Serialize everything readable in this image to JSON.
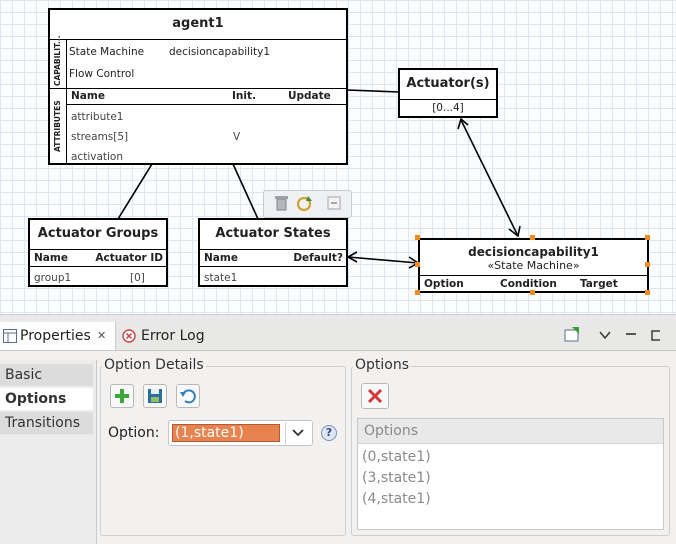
{
  "diagram": {
    "agent": {
      "title": "agent1",
      "capabilities_label": "CAPABILIT...",
      "capabilities": [
        {
          "name": "State Machine",
          "value": "decisioncapability1"
        },
        {
          "name": "Flow Control",
          "value": ""
        }
      ],
      "attributes_label": "ATTRIBUTES",
      "attr_headers": {
        "name": "Name",
        "init": "Init.",
        "update": "Update"
      },
      "attributes": [
        {
          "name": "attribute1",
          "init": "",
          "update": ""
        },
        {
          "name": "streams[5]",
          "init": "V",
          "update": ""
        },
        {
          "name": "activation",
          "init": "",
          "update": ""
        }
      ]
    },
    "actuators": {
      "title": "Actuator(s)",
      "multiplicity": "[0...4]"
    },
    "actuator_groups": {
      "title": "Actuator Groups",
      "headers": {
        "name": "Name",
        "id": "Actuator ID"
      },
      "rows": [
        {
          "name": "group1",
          "id": "[0]"
        }
      ]
    },
    "actuator_states": {
      "title": "Actuator States",
      "headers": {
        "name": "Name",
        "default": "Default?"
      },
      "rows": [
        {
          "name": "state1",
          "default": ""
        }
      ]
    },
    "decision": {
      "title": "decisioncapability1",
      "stereotype": "«State Machine»",
      "headers": {
        "option": "Option",
        "condition": "Condition",
        "target": "Target"
      }
    }
  },
  "panel": {
    "tabs": [
      {
        "label": "Properties",
        "close": "✕"
      },
      {
        "label": "Error Log"
      }
    ],
    "side_tabs": [
      "Basic",
      "Options",
      "Transitions"
    ],
    "selected_side_tab": "Options",
    "option_details": {
      "title": "Option Details",
      "option_label": "Option:",
      "option_value": "(1,state1)",
      "help": "?"
    },
    "options": {
      "title": "Options",
      "list_header": "Options",
      "items": [
        "(0,state1)",
        "(3,state1)",
        "(4,state1)"
      ]
    }
  },
  "colors": {
    "accent": "#f28a1e",
    "selection": "#e8824f",
    "add_green": "#3aa83a",
    "delete_red": "#d23a3a"
  }
}
